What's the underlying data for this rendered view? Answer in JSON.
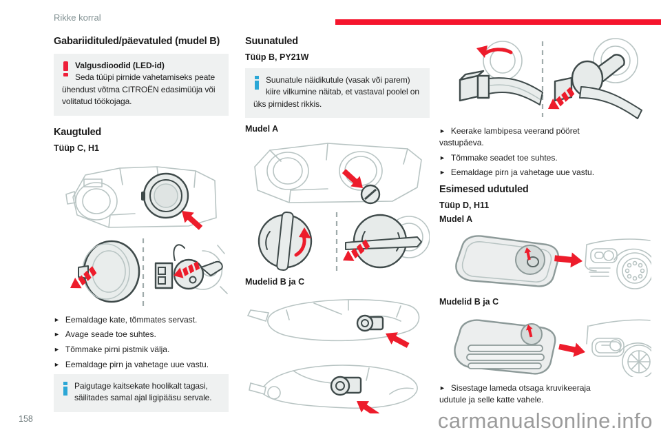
{
  "page": {
    "breadcrumb": "Rikke korral",
    "number": "158",
    "watermark": "carmanualsonline.info"
  },
  "col1": {
    "title": "Gabariidituled/päevatuled (mudel B)",
    "warning_title": "Valgusdioodid (LED-id)",
    "warning_body": "Seda tüüpi pirnide vahetamiseks peate ühendust võtma CITROËN edasimüüja või volitatud töökojaga.",
    "section": "Kaugtuled",
    "type": "Tüüp C, H1",
    "steps": [
      "Eemaldage kate, tõmmates servast.",
      "Avage seade toe suhtes.",
      "Tõmmake pirni pistmik välja.",
      "Eemaldage pirn ja vahetage uue vastu."
    ],
    "note": "Paigutage kaitsekate hoolikalt tagasi, säilitades samal ajal ligipääsu servale."
  },
  "col2": {
    "section": "Suunatuled",
    "type": "Tüüp B, PY21W",
    "note": "Suunatule näidikutule (vasak või parem) kiire vilkumine näitab, et vastaval poolel on üks pirnidest rikkis.",
    "model_a_label": "Mudel A",
    "models_bc_label": "Mudelid B ja C"
  },
  "col3": {
    "steps": [
      "Keerake lambipesa veerand pööret vastupäeva.",
      "Tõmmake seadet toe suhtes.",
      "Eemaldage pirn ja vahetage uue vastu."
    ],
    "section": "Esimesed udutuled",
    "type": "Tüüp D, H11",
    "model_a_label": "Mudel A",
    "models_bc_label": "Mudelid B ja C",
    "final_step": "Sisestage lameda otsaga kruvikeeraja udutule ja selle katte vahele."
  },
  "colors": {
    "accent_red": "#f5152d",
    "arrow_red": "#ed1c2b",
    "info_blue": "#2ba7d6",
    "warning_red": "#ee1f39",
    "note_bg": "#eff1f1",
    "breadcrumb_gray": "#819092",
    "watermark_gray": "#9b9b9b",
    "illustration_light": "#b8c4c3",
    "illustration_dark": "#3f4a4a"
  }
}
